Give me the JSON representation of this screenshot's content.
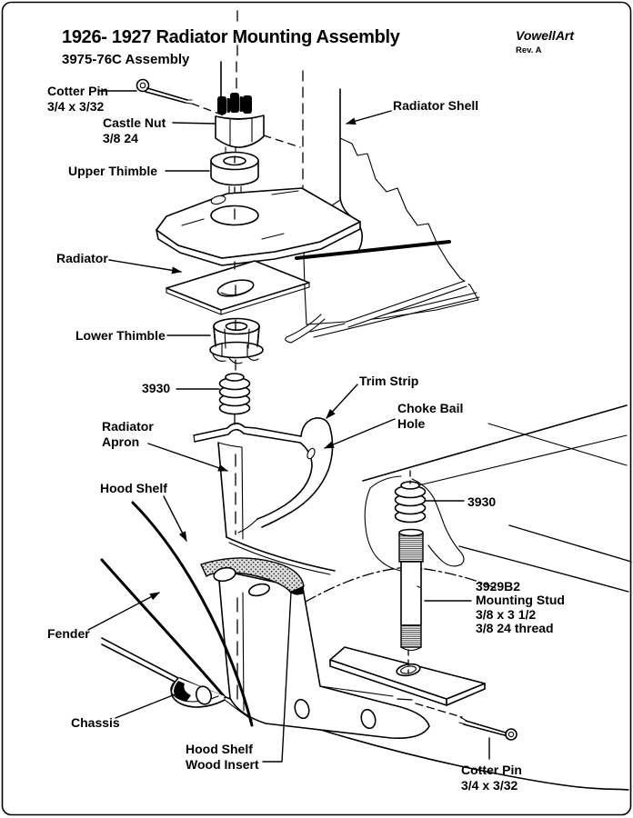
{
  "diagram": {
    "title": "1926- 1927 Radiator Mounting Assembly",
    "subtitle": "3975-76C Assembly",
    "credit": "VowellArt",
    "revision": "Rev. A",
    "colors": {
      "ink": "#000000",
      "paper": "#ffffff"
    },
    "parts": {
      "cotter_pin_top": {
        "line1": "Cotter Pin",
        "line2": "3/4 x 3/32"
      },
      "castle_nut": {
        "line1": "Castle Nut",
        "line2": "3/8 24"
      },
      "upper_thimble": "Upper Thimble",
      "radiator_shell": "Radiator Shell",
      "radiator": "Radiator",
      "lower_thimble": "Lower Thimble",
      "spring_upper": "3930",
      "trim_strip": "Trim Strip",
      "choke_bail_hole": {
        "line1": "Choke Bail",
        "line2": "Hole"
      },
      "radiator_apron": {
        "line1": "Radiator",
        "line2": "Apron"
      },
      "hood_shelf": "Hood Shelf",
      "spring_lower": "3930",
      "mounting_stud": {
        "line1": "3929B2",
        "line2": "Mounting Stud",
        "line3": "3/8 x 3 1/2",
        "line4": "3/8 24 thread"
      },
      "fender": "Fender",
      "chassis": "Chassis",
      "wood_insert": {
        "line1": "Hood Shelf",
        "line2": "Wood Insert"
      },
      "cotter_pin_bottom": {
        "line1": "Cotter Pin",
        "line2": "3/4 x 3/32"
      }
    }
  }
}
